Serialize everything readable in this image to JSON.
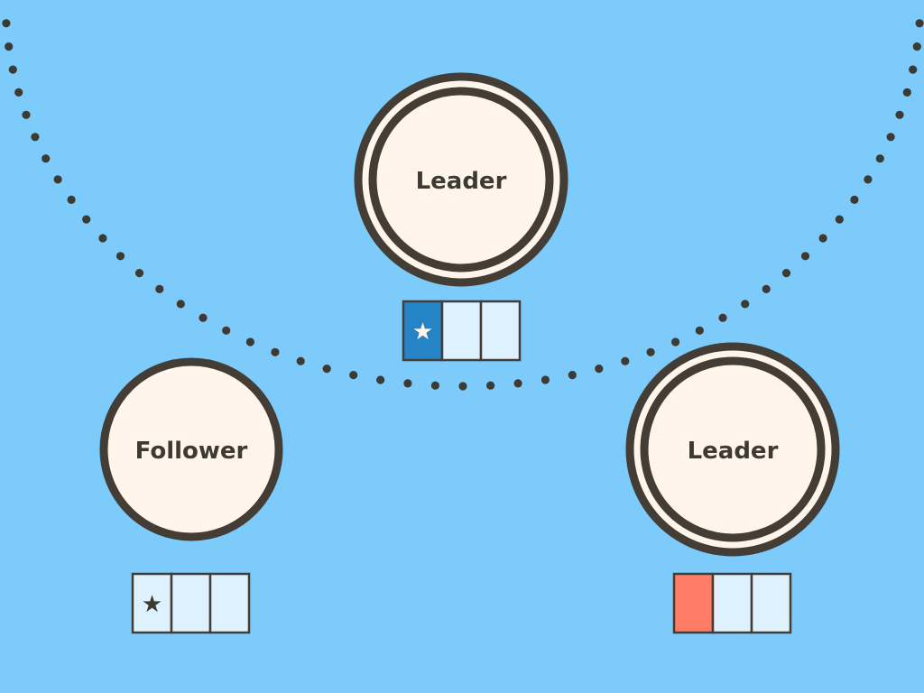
{
  "colors": {
    "background": "#7CCBFB",
    "node_fill": "#FFF5EB",
    "outline": "#433D35",
    "dot": "#3D3A33",
    "cell_empty": "#DDF1FE",
    "cell_blue": "#2484C6",
    "cell_red": "#FF7C66",
    "star_light": "#FFF5EB",
    "star_dark": "#3D3A33"
  },
  "nodes": [
    {
      "id": "top",
      "label": "Leader",
      "role": "leader",
      "log": [
        {
          "state": "committed",
          "mark": "★"
        },
        {
          "state": "empty",
          "mark": ""
        },
        {
          "state": "empty",
          "mark": ""
        }
      ]
    },
    {
      "id": "bottom-left",
      "label": "Follower",
      "role": "follower",
      "log": [
        {
          "state": "replicated",
          "mark": "★"
        },
        {
          "state": "empty",
          "mark": ""
        },
        {
          "state": "empty",
          "mark": ""
        }
      ]
    },
    {
      "id": "bottom-right",
      "label": "Leader",
      "role": "leader",
      "log": [
        {
          "state": "uncommitted",
          "mark": ""
        },
        {
          "state": "empty",
          "mark": ""
        },
        {
          "state": "empty",
          "mark": ""
        }
      ]
    }
  ]
}
